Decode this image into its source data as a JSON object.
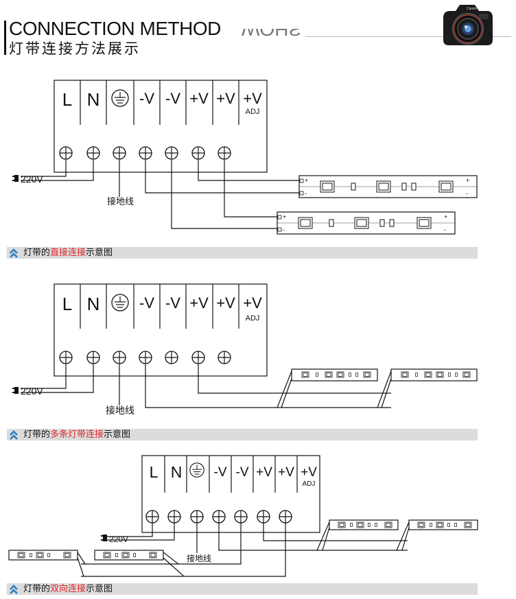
{
  "header": {
    "title_en": "CONNECTION METHOD",
    "title_en_reflection": "WOHS",
    "title_cn": "灯带连接方法展示"
  },
  "icons": {
    "camera": "camera-icon",
    "caption_bullet": "double-chevron-up-icon"
  },
  "colors": {
    "accent_red": "#e2262b",
    "caption_bar": "#dcdcdc",
    "bullet_blue": "#2a7fc4"
  },
  "terminal_labels": {
    "l": "L",
    "n": "N",
    "neg1": "-V",
    "neg2": "-V",
    "pos1": "+V",
    "pos2": "+V",
    "adj_top": "+V",
    "adj_bottom": "ADJ"
  },
  "labels": {
    "ac_input": "220V",
    "ground": "接地线",
    "strip_plus": "+",
    "strip_minus": "-"
  },
  "captions": [
    {
      "prefix": "灯带的",
      "highlight": "直接连接",
      "suffix": "示意图"
    },
    {
      "prefix": "灯带的",
      "highlight": "多条灯带连接",
      "suffix": "示意图"
    },
    {
      "prefix": "灯带的",
      "highlight": "双向连接",
      "suffix": "示意图"
    }
  ]
}
